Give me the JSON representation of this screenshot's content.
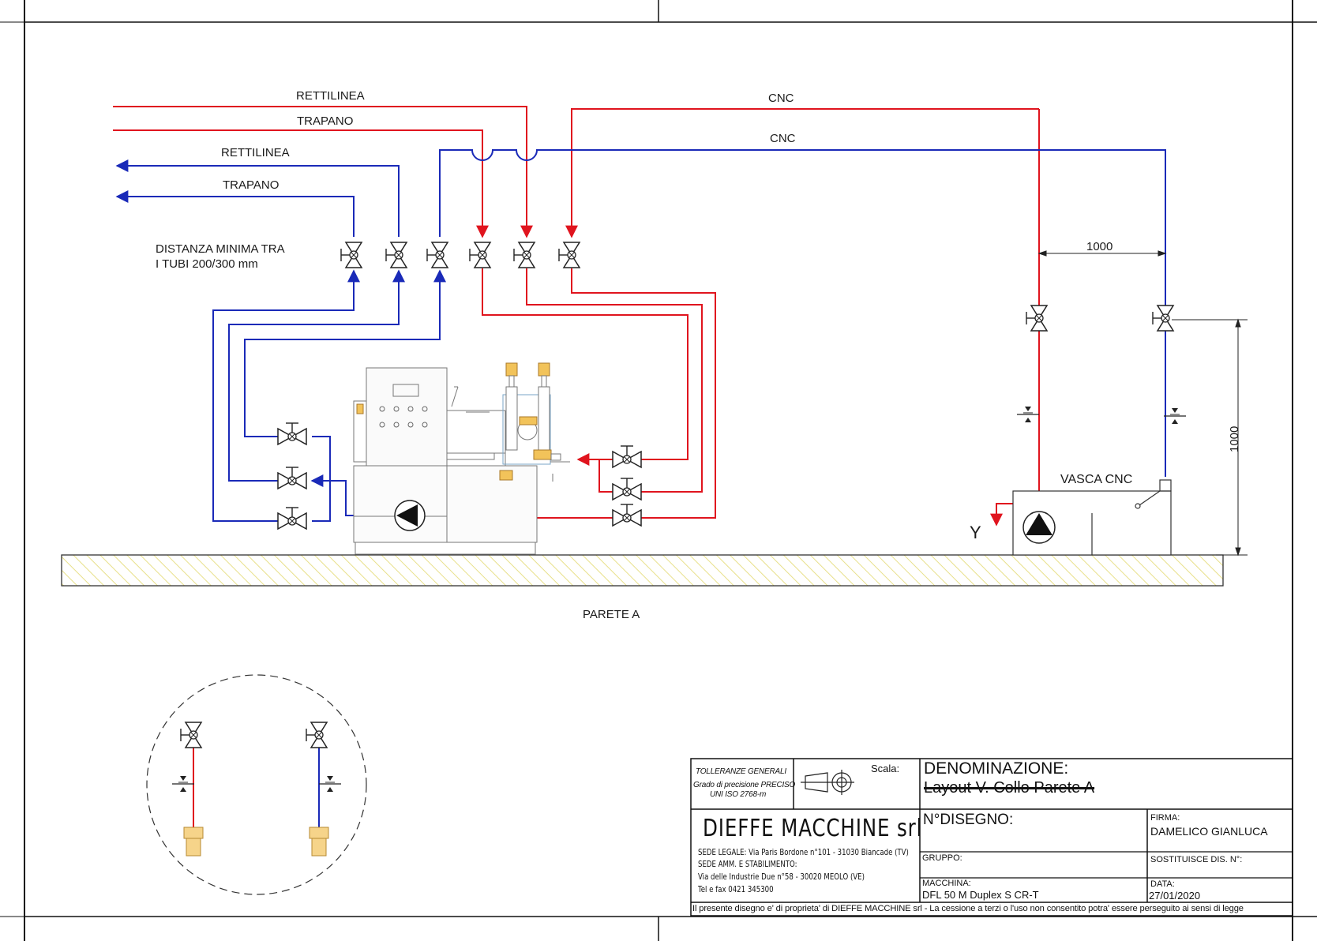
{
  "diagram": {
    "top_lines": {
      "red_upper": "RETTILINEA",
      "red_lower": "TRAPANO",
      "blue_upper": "RETTILINEA",
      "blue_lower": "TRAPANO"
    },
    "cnc_labels": {
      "red": "CNC",
      "blue": "CNC"
    },
    "note_line1": "DISTANZA MINIMA TRA",
    "note_line2": "I TUBI 200/300 mm",
    "dim_horizontal": "1000",
    "dim_vertical": "1000",
    "tank_label": "VASCA CNC",
    "outlet_label": "Y",
    "wall_label": "PARETE A"
  },
  "colors": {
    "supply": "#e0141e",
    "return": "#1a2ab8",
    "hatch": "#e8e08a",
    "frame": "#111111"
  },
  "title_block": {
    "tolerances_title": "TOLLERANZE GENERALI",
    "tolerances_grade": "Grado di precisione PRECISO",
    "tolerances_norm": "UNI ISO 2768-m",
    "scale_label": "Scala:",
    "denomination_label": "DENOMINAZIONE:",
    "denomination_value": "Layout V. Collo Parete A",
    "company": "DIEFFE MACCHINE srl",
    "address_1": "SEDE LEGALE: Via Paris Bordone n°101 - 31030 Biancade (TV)",
    "address_2": "SEDE AMM. E STABILIMENTO:",
    "address_3": "Via delle Industrie Due n°58 - 30020 MEOLO (VE)",
    "address_4": "Tel e fax 0421 345300",
    "drawing_no_label": "N°DISEGNO:",
    "signature_label": "FIRMA:",
    "signature_value": "DAMELICO GIANLUCA",
    "group_label": "GRUPPO:",
    "replaces_label": "SOSTITUISCE DIS. N°:",
    "machine_label": "MACCHINA:",
    "machine_value": "DFL 50 M Duplex S CR-T",
    "date_label": "DATA:",
    "date_value": "27/01/2020",
    "ownership_notice": "Il presente disegno e' di proprieta' di DIEFFE MACCHINE srl - La cessione a terzi o l'uso non consentito potra' essere perseguito ai sensi di legge"
  }
}
